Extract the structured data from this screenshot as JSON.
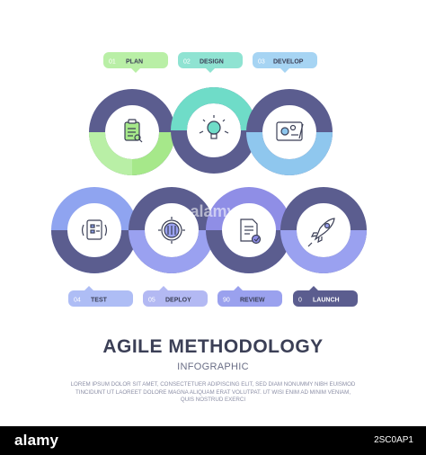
{
  "colors": {
    "navy": "#5b5d8f",
    "lime": "#a6e88a",
    "mint": "#6fdcc8",
    "sky": "#8fc7ee",
    "periwinkle": "#8f8ee6",
    "lavender": "#9aa1f0",
    "icon_ink": "#3b3f56"
  },
  "steps": [
    {
      "num": "01",
      "label": "PLAN",
      "icon": "clipboard-search-icon",
      "tag_color": "#b9efa6"
    },
    {
      "num": "02",
      "label": "DESIGN",
      "icon": "lightbulb-idea-icon",
      "tag_color": "#8fe3d2"
    },
    {
      "num": "03",
      "label": "DEVELOP",
      "icon": "blueprint-gears-icon",
      "tag_color": "#a6d4f3"
    },
    {
      "num": "04",
      "label": "TEST",
      "icon": "checklist-cycle-icon",
      "tag_color": "#aebdf5"
    },
    {
      "num": "05",
      "label": "DEPLOY",
      "icon": "gear-controls-icon",
      "tag_color": "#b3b9f3"
    },
    {
      "num": "90",
      "label": "REVIEW",
      "icon": "report-check-icon",
      "tag_color": "#9aa1ee"
    },
    {
      "num": "0",
      "label": "LAUNCH",
      "icon": "rocket-icon",
      "tag_color": "#5b5d8f"
    }
  ],
  "heading": {
    "title": "AGILE METHODOLOGY",
    "subtitle": "INFOGRAPHIC",
    "body": "LOREM IPSUM DOLOR SIT AMET, CONSECTETUER ADIPISCING ELIT, SED DIAM NONUMMY NIBH EUISMOD TINCIDUNT UT LAOREET DOLORE MAGNA ALIQUAM ERAT VOLUTPAT. UT WISI ENIM AD MINIM VENIAM, QUIS NOSTRUD EXERCI"
  },
  "watermark": "alamy",
  "footer": {
    "brand": "alamy",
    "image_id": "2SC0AP1"
  }
}
